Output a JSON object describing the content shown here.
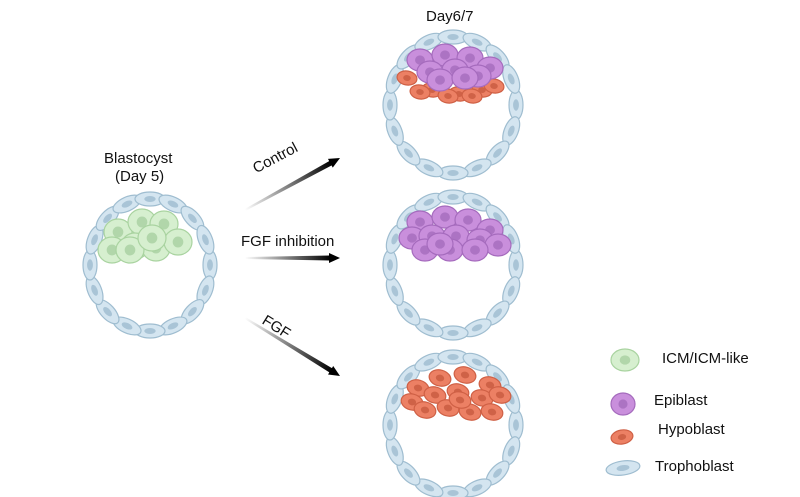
{
  "title_day67": "Day6/7",
  "blastocyst": {
    "line1": "Blastocyst",
    "line2": "(Day 5)"
  },
  "arrows": [
    {
      "label": "Control"
    },
    {
      "label": "FGF inhibition"
    },
    {
      "label": "FGF"
    }
  ],
  "legend": [
    {
      "label": "ICM/ICM-like",
      "cell": "icm"
    },
    {
      "label": "Epiblast",
      "cell": "epi"
    },
    {
      "label": "Hypoblast",
      "cell": "hypo"
    },
    {
      "label": "Trophoblast",
      "cell": "tropho"
    }
  ],
  "colors": {
    "icm": "#d6efcf",
    "icm_stroke": "#a9d3a0",
    "icm_nuc": "#a8cfa0",
    "epi": "#c98fdc",
    "epi_stroke": "#a56bbd",
    "epi_nuc": "#a56bbd",
    "hypo": "#ec8064",
    "hypo_stroke": "#cf6045",
    "hypo_nuc": "#c85a40",
    "tropho": "#d4e5f0",
    "tropho_stroke": "#9fbdd0",
    "tropho_nuc": "#9ebcd0"
  }
}
